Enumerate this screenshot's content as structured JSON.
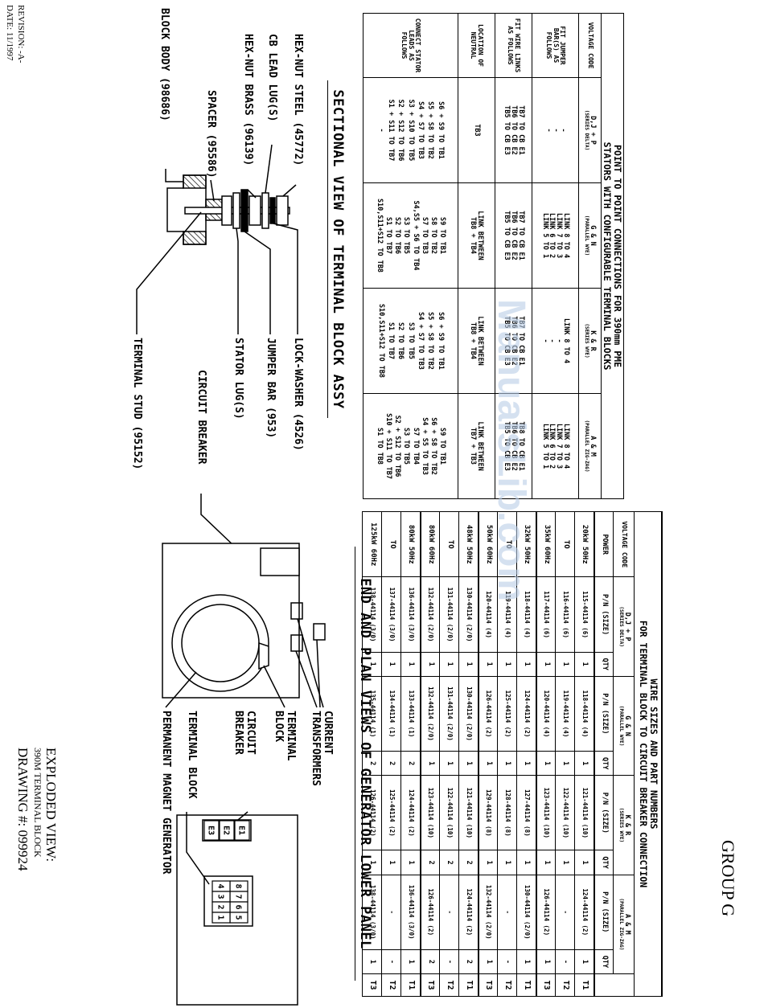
{
  "group": "GROUP G",
  "revision": "REVISION: -A-",
  "date": "DATE: 11/1997",
  "exploded_view": "EXPLODED VIEW:",
  "terminal_block_name": "390M TERMINAL BLOCK",
  "drawing_number": "DRAWING #: 099924",
  "watermark": "ManualsLib.com",
  "table1": {
    "title_line1": "POINT TO POINT CONNECTIONS FOR 390mm PME",
    "title_line2": "STATORS WITH CONFIGURABLE TERMINAL BLOCKS",
    "header": {
      "label": "VOLTAGE CODE",
      "cols": [
        {
          "name": "D,J + P",
          "sub": "(SERIES DELTA)"
        },
        {
          "name": "G & N",
          "sub": "(PARALLEL WYE)"
        },
        {
          "name": "K & R",
          "sub": "(SERIES WYE)"
        },
        {
          "name": "A & M",
          "sub": "(PARALLEL ZIG-ZAG)"
        }
      ]
    },
    "rows": [
      {
        "label": "FIT JUMPER BAR(S) AS FOLLOWS",
        "cells": [
          [
            "-",
            "-",
            "-"
          ],
          [
            "LINK 8 TO 4",
            "LINK 7 TO 3",
            "LINK 6 TO 2",
            "LINK 5 TO 1"
          ],
          [
            "LINK 8 TO 4",
            "-",
            "-",
            "-"
          ],
          [
            "LINK 8 TO 4",
            "LINK 7 TO 3",
            "LINK 6 TO 2",
            "LINK 5 TO 1"
          ]
        ]
      },
      {
        "label": "FIT WIRE LINKS AS FOLLOWS",
        "cells": [
          [
            "TB7 TO CB E1",
            "TB6 TO CB E2",
            "TB5 TO CB E3"
          ],
          [
            "TB7 TO CB E1",
            "TB6 TO CB E2",
            "TB5 TO CB E3"
          ],
          [
            "TB7 TO CB E1",
            "TB6 TO CB E2",
            "TB5 TO CB E3"
          ],
          [
            "TB8 TO CB E1",
            "TB6 TO CB E2",
            "TB5 TO CB E3"
          ]
        ]
      },
      {
        "label": "LOCATION OF NEUTRAL",
        "cells": [
          [
            "TB3"
          ],
          [
            "LINK BETWEEN",
            "TB8 + TB4"
          ],
          [
            "LINK BETWEEN",
            "TB8 + TB4"
          ],
          [
            "LINK BETWEEN",
            "TB7 + TB3"
          ]
        ]
      },
      {
        "label": "CONNECT STATOR LEADS AS FOLLOWS",
        "cells": [
          [
            "S6 + S9 TO TB1",
            "S5 + S8 TO TB2",
            "S4 + S7 TO TB3",
            "S3 + S10 TO TB5",
            "S2 + S12 TO TB6",
            "S1 + S11 TO TB7",
            "-"
          ],
          [
            "S9 TO TB1",
            "S8 TO TB2",
            "S7 TO TB3",
            "S4,S5 + S6 TO TB4",
            "S3 TO TB5",
            "S2 TO TB6",
            "S1 TO TB7",
            "S10,S11+S12 TO TB8"
          ],
          [
            "S6 + S9 TO TB1",
            "S5 + S8 TO TB2",
            "S4 + S7 TO TB3",
            "S3 TO TB5",
            "S2 TO TB6",
            "S1 TO TB7",
            "S10,S11+S12 TO TB8"
          ],
          [
            "S9 TO TB1",
            "S6 + S8 TO TB2",
            "S4 + S5 TO TB3",
            "S7 TO TB4",
            "S3 TO TB5",
            "S2 + S12 TO TB6",
            "S10 + S11 TO TB7",
            "S1 TO TB8"
          ]
        ]
      }
    ]
  },
  "table2": {
    "title_line1": "WIRE SIZES AND PART NUMBERS",
    "title_line2": "FOR TERMINAL BLOCK TO CIRCUIT BREAKER CONNECTION",
    "voltage_code_label": "VOLTAGE CODE",
    "power_label": "POWER",
    "pn_label": "P/N (SIZE)",
    "qty_label": "QTY",
    "groups": [
      {
        "name": "D,J + P",
        "sub": "(SERIES DELTA)"
      },
      {
        "name": "G & N",
        "sub": "(PARALLEL WYE)"
      },
      {
        "name": "K & R",
        "sub": "(SERIES WYE)"
      },
      {
        "name": "A & M",
        "sub": "(PARALLEL ZIG-ZAG)"
      }
    ],
    "rows": [
      {
        "power": "20kW 50Hz",
        "t": "T1",
        "c": [
          "115-44114 (6)",
          "1",
          "118-44114 (4)",
          "1",
          "121-44114 (10)",
          "1",
          "124-44114 (2)",
          "1"
        ]
      },
      {
        "power": "TO",
        "t": "T2",
        "c": [
          "116-44114 (6)",
          "1",
          "119-44114 (4)",
          "1",
          "122-44114 (10)",
          "1",
          "-",
          "-"
        ]
      },
      {
        "power": "35kW 60Hz",
        "t": "T3",
        "c": [
          "117-44114 (6)",
          "1",
          "120-44114 (4)",
          "1",
          "123-44114 (10)",
          "1",
          "126-44114 (2)",
          "1"
        ]
      },
      {
        "power": "32kW 50Hz",
        "t": "T1",
        "c": [
          "118-44114 (4)",
          "1",
          "124-44114 (2)",
          "1",
          "127-44114 (8)",
          "1",
          "130-44114 (2/0)",
          "1"
        ]
      },
      {
        "power": "TO",
        "t": "T2",
        "c": [
          "119-44114 (4)",
          "1",
          "125-44114 (2)",
          "1",
          "128-44114 (8)",
          "1",
          "-",
          "-"
        ]
      },
      {
        "power": "50kW 60Hz",
        "t": "T3",
        "c": [
          "120-44114 (4)",
          "1",
          "126-44114 (2)",
          "1",
          "129-44114 (8)",
          "1",
          "132-44114 (2/0)",
          "1"
        ]
      },
      {
        "power": "48kW 50Hz",
        "t": "T1",
        "c": [
          "130-44114 (2/0)",
          "1",
          "130-44114 (2/0)",
          "1",
          "121-44114 (10)",
          "2",
          "124-44114 (2)",
          "2"
        ]
      },
      {
        "power": "TO",
        "t": "T2",
        "c": [
          "131-44114 (2/0)",
          "1",
          "131-44114 (2/0)",
          "1",
          "122-44114 (10)",
          "2",
          "-",
          "-"
        ]
      },
      {
        "power": "80kW 60Hz",
        "t": "T3",
        "c": [
          "132-44114 (2/0)",
          "1",
          "132-44114 (2/0)",
          "1",
          "123-44114 (10)",
          "2",
          "126-44114 (2)",
          "2"
        ]
      },
      {
        "power": "80kW 50Hz",
        "t": "T1",
        "c": [
          "136-44114 (3/0)",
          "1",
          "133-44114 (1)",
          "2",
          "124-44114 (2)",
          "1",
          "136-44114 (3/0)",
          "1"
        ]
      },
      {
        "power": "TO",
        "t": "T2",
        "c": [
          "137-44114 (3/0)",
          "1",
          "134-44114 (1)",
          "2",
          "125-44114 (2)",
          "1",
          "-",
          "-"
        ]
      },
      {
        "power": "125kW 60Hz",
        "t": "T3",
        "c": [
          "138-44114 (3/0)",
          "1",
          "135-44114 (1)",
          "2",
          "126-44114 (2)",
          "1",
          "138-44114 (3/0)",
          "1"
        ]
      }
    ]
  },
  "sectional": {
    "title": "SECTIONAL VIEW OF TERMINAL BLOCK ASSY",
    "labels": {
      "hex_nut_steel": "HEX-NUT STEEL (45772)",
      "cb_lead_lug": "CB LEAD LUG(S)",
      "hex_nut_brass": "HEX-NUT BRASS (96139)",
      "spacer": "SPACER (95586)",
      "block_body": "BLOCK BODY (98686)",
      "lock_washer": "LOCK-WASHER (4526)",
      "jumper_bar": "JUMPER BAR (953)",
      "stator_lug": "STATOR LUG(S)",
      "terminal_stud": "TERMINAL STUD (95152)",
      "circuit_breaker": "CIRCUIT BREAKER"
    }
  },
  "end_plan": {
    "title": "END AND PLAN VIEWS OF GENERATOR LOWER PANEL",
    "labels": {
      "current_transformers": [
        "CURRENT",
        "TRANSFORMERS"
      ],
      "terminal_block_top": [
        "TERMINAL",
        "BLOCK"
      ],
      "circuit_breaker": [
        "CIRCUIT",
        "BREAKER"
      ],
      "terminal_block": "TERMINAL BLOCK",
      "pmg": "PERMANENT MAGNET GENERATOR"
    },
    "cb_terminals": [
      "E1",
      "E2",
      "E3"
    ],
    "tb_terminals_top": [
      "8",
      "7",
      "6",
      "5"
    ],
    "tb_terminals_bottom": [
      "4",
      "3",
      "2",
      "1"
    ]
  }
}
